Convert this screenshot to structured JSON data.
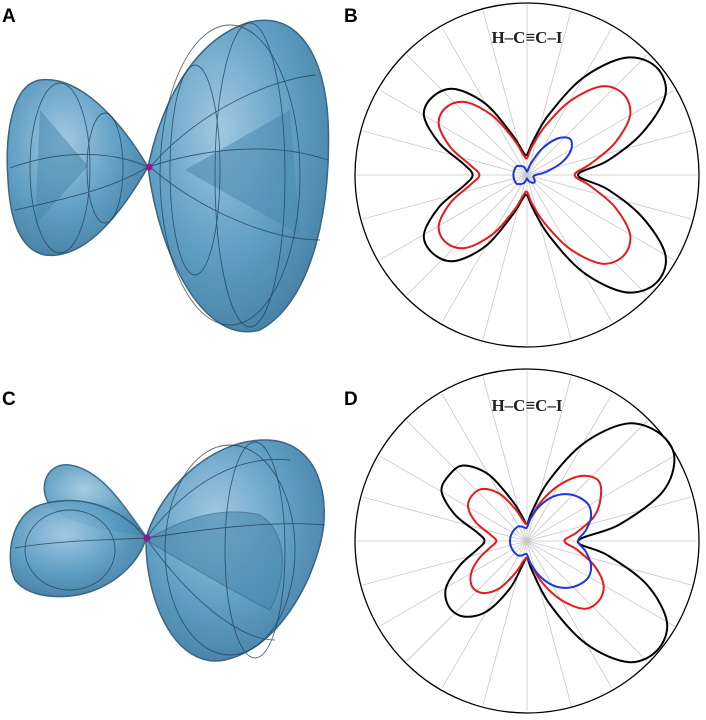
{
  "panels": [
    {
      "letter": "A"
    },
    {
      "letter": "B",
      "title": "H–C≡C–I"
    },
    {
      "letter": "C"
    },
    {
      "letter": "D",
      "title": "H–C≡C–I"
    }
  ],
  "colors": {
    "surface": "#5b9bc2",
    "surface_edge": "#2e5f7e",
    "outline": "#000000",
    "series_black": "#000000",
    "series_red": "#e41a1c",
    "series_blue": "#1f35e0",
    "atom": "#8b1a8b",
    "grid": "#c8c8c8"
  },
  "chart_data": [
    {
      "panel": "B",
      "type": "polar",
      "title": "H–C≡C–I",
      "theta_unit": "degrees",
      "radial_grid": "spokes every 15 degrees",
      "rmax": 1.0,
      "series": [
        {
          "color": "black",
          "theta": [
            0,
            10,
            20,
            30,
            40,
            50,
            60,
            70,
            80,
            90,
            100,
            110,
            120,
            130,
            140,
            150,
            160,
            170,
            180,
            190,
            200,
            210,
            220,
            230,
            240,
            250,
            260,
            270,
            280,
            290,
            300,
            310,
            320,
            330,
            340,
            350
          ],
          "r": [
            0.3,
            0.48,
            0.72,
            0.94,
            0.99,
            0.9,
            0.66,
            0.38,
            0.2,
            0.12,
            0.14,
            0.25,
            0.48,
            0.66,
            0.72,
            0.7,
            0.55,
            0.38,
            0.32,
            0.38,
            0.55,
            0.7,
            0.72,
            0.66,
            0.48,
            0.25,
            0.14,
            0.12,
            0.2,
            0.38,
            0.66,
            0.9,
            0.99,
            0.94,
            0.72,
            0.48
          ]
        },
        {
          "color": "red",
          "theta": [
            0,
            10,
            20,
            30,
            40,
            50,
            60,
            70,
            80,
            90,
            100,
            110,
            120,
            130,
            140,
            150,
            160,
            170,
            180,
            190,
            200,
            210,
            220,
            230,
            240,
            250,
            260,
            270,
            280,
            290,
            300,
            310,
            320,
            330,
            340,
            350
          ],
          "r": [
            0.28,
            0.38,
            0.55,
            0.7,
            0.74,
            0.68,
            0.5,
            0.3,
            0.17,
            0.1,
            0.12,
            0.22,
            0.4,
            0.56,
            0.62,
            0.6,
            0.48,
            0.34,
            0.28,
            0.34,
            0.48,
            0.6,
            0.62,
            0.56,
            0.4,
            0.22,
            0.12,
            0.1,
            0.17,
            0.3,
            0.5,
            0.68,
            0.74,
            0.7,
            0.55,
            0.38
          ]
        },
        {
          "color": "blue",
          "theta": [
            0,
            10,
            20,
            30,
            40,
            50,
            60,
            70,
            80,
            90,
            100,
            110,
            120,
            130,
            140,
            150,
            160,
            170,
            180,
            190,
            200,
            210,
            220,
            230,
            240,
            250,
            260,
            270,
            280,
            290,
            300,
            310,
            320,
            330,
            340,
            350
          ],
          "r": [
            0.05,
            0.12,
            0.22,
            0.3,
            0.33,
            0.28,
            0.18,
            0.08,
            0.03,
            0.02,
            0.03,
            0.05,
            0.06,
            0.07,
            0.08,
            0.08,
            0.08,
            0.08,
            0.08,
            0.08,
            0.08,
            0.08,
            0.08,
            0.07,
            0.06,
            0.05,
            0.03,
            0.02,
            0.03,
            0.04,
            0.05,
            0.06,
            0.06,
            0.05,
            0.04,
            0.04
          ]
        }
      ]
    },
    {
      "panel": "D",
      "type": "polar",
      "title": "H–C≡C–I",
      "theta_unit": "degrees",
      "radial_grid": "spokes every 15 degrees",
      "rmax": 1.0,
      "series": [
        {
          "color": "black",
          "theta": [
            0,
            10,
            20,
            30,
            40,
            50,
            60,
            70,
            80,
            90,
            100,
            110,
            120,
            130,
            140,
            150,
            160,
            170,
            180,
            190,
            200,
            210,
            220,
            230,
            240,
            250,
            260,
            270,
            280,
            290,
            300,
            310,
            320,
            330,
            340,
            350
          ],
          "r": [
            0.3,
            0.55,
            0.85,
            1.0,
            1.0,
            0.9,
            0.66,
            0.38,
            0.18,
            0.1,
            0.14,
            0.25,
            0.45,
            0.58,
            0.6,
            0.58,
            0.45,
            0.3,
            0.25,
            0.3,
            0.42,
            0.55,
            0.6,
            0.58,
            0.48,
            0.3,
            0.14,
            0.1,
            0.18,
            0.4,
            0.7,
            0.93,
            1.0,
            0.95,
            0.75,
            0.48
          ]
        },
        {
          "color": "red",
          "theta": [
            0,
            10,
            20,
            30,
            40,
            50,
            60,
            70,
            80,
            90,
            100,
            110,
            120,
            130,
            140,
            150,
            160,
            170,
            180,
            190,
            200,
            210,
            220,
            230,
            240,
            250,
            260,
            270,
            280,
            290,
            300,
            310,
            320,
            330,
            340,
            350
          ],
          "r": [
            0.22,
            0.3,
            0.42,
            0.5,
            0.55,
            0.5,
            0.38,
            0.25,
            0.14,
            0.1,
            0.12,
            0.2,
            0.32,
            0.4,
            0.42,
            0.4,
            0.32,
            0.22,
            0.18,
            0.22,
            0.3,
            0.38,
            0.42,
            0.4,
            0.32,
            0.2,
            0.12,
            0.1,
            0.14,
            0.26,
            0.4,
            0.52,
            0.55,
            0.52,
            0.42,
            0.3
          ]
        },
        {
          "color": "blue",
          "theta": [
            0,
            10,
            20,
            30,
            40,
            50,
            60,
            70,
            80,
            90,
            100,
            110,
            120,
            130,
            140,
            150,
            160,
            170,
            180,
            190,
            200,
            210,
            220,
            230,
            240,
            250,
            260,
            270,
            280,
            290,
            300,
            310,
            320,
            330,
            340,
            350
          ],
          "r": [
            0.3,
            0.35,
            0.4,
            0.42,
            0.4,
            0.36,
            0.3,
            0.22,
            0.14,
            0.08,
            0.08,
            0.09,
            0.1,
            0.1,
            0.1,
            0.1,
            0.1,
            0.1,
            0.1,
            0.1,
            0.1,
            0.1,
            0.1,
            0.1,
            0.1,
            0.09,
            0.08,
            0.08,
            0.14,
            0.22,
            0.3,
            0.36,
            0.4,
            0.42,
            0.4,
            0.35
          ]
        }
      ]
    }
  ]
}
